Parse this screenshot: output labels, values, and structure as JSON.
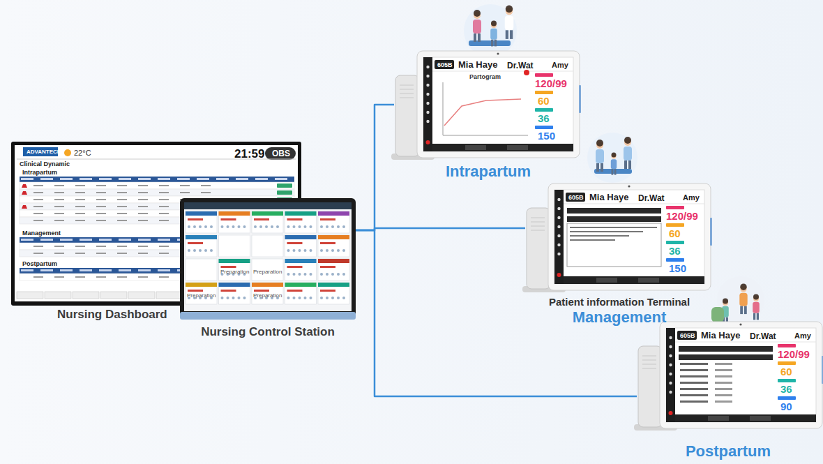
{
  "diagram": {
    "nodes": [
      {
        "text": [
          "Nursing Dashboard"
        ]
      },
      {
        "text": [
          "Nursing Control Station"
        ]
      },
      {
        "text": [
          "Intrapartum"
        ]
      },
      {
        "text": [
          "Patient information Terminal",
          "Management"
        ]
      },
      {
        "text": [
          "Postpartum"
        ]
      }
    ],
    "edges": [
      {
        "from": 1,
        "to": 2,
        "arrow": "none"
      },
      {
        "from": 1,
        "to": 3,
        "arrow": "none"
      },
      {
        "from": 1,
        "to": 4,
        "arrow": "none"
      }
    ],
    "labels": [
      "ADVANTECH",
      "22°C",
      "21:59",
      "OBS",
      "Clinical Dynamic",
      "Intrapartum",
      "Management",
      "Postpartum",
      "Preparation",
      "Preparation",
      "Preparation",
      "Preparation",
      "605B",
      "Mia Haye",
      "Dr.Wat",
      "Amy",
      "Partogram",
      "120/99",
      "60",
      "36",
      "150",
      "605B",
      "Mia Haye",
      "Dr.Wat",
      "Amy",
      "120/99",
      "60",
      "36",
      "150",
      "605B",
      "Mia Haye",
      "Dr.Wat",
      "Amy",
      "120/99",
      "60",
      "36",
      "90"
    ]
  }
}
